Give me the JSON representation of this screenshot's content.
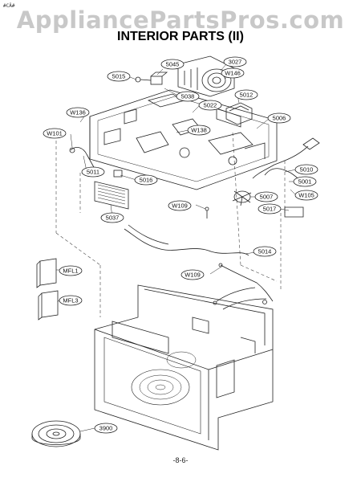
{
  "corner_tag": "#CÄ#",
  "watermark": "AppliancePartsPros.com",
  "title": "INTERIOR PARTS (II)",
  "page_number": "-8-6-",
  "callouts": [
    "5045",
    "3027",
    "5015",
    "W146",
    "5038",
    "5022",
    "5012",
    "W136",
    "5006",
    "W101",
    "W138",
    "5011",
    "5016",
    "5010",
    "5001",
    "5007",
    "W105",
    "W109",
    "5017",
    "5037",
    "5014",
    "MFL1",
    "W109",
    "MFL3",
    "3900"
  ],
  "colors": {
    "ink": "#222222",
    "watermark": "#c8c8c8",
    "background": "#ffffff"
  }
}
